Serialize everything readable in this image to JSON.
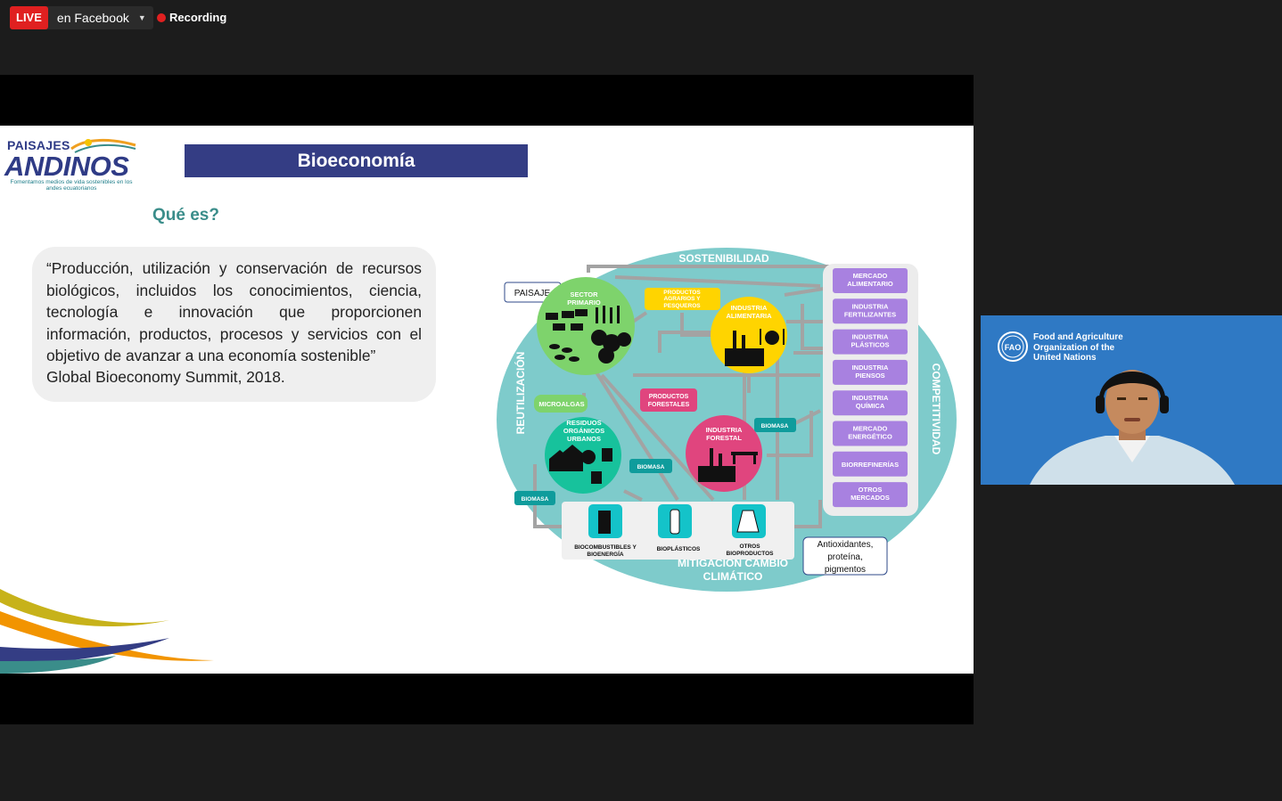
{
  "top_bar": {
    "live_badge": "LIVE",
    "live_target": "en Facebook",
    "recording_label": "Recording"
  },
  "slide": {
    "logo": {
      "top": "PAISAJES",
      "main": "ANDINOS",
      "tagline": "Fomentamos medios de vida sostenibles en los andes ecuatorianos"
    },
    "title": "Bioeconomía",
    "subtitle": "Qué es?",
    "quote": "“Producción, utilización y conservación de recursos biológicos, incluidos los conocimientos, ciencia, tecnología e innovación que proporcionen información, productos, procesos y servicios con el objetivo de avanzar a una economía sostenible”",
    "quote_source": "Global Bioeconomy Summit, 2018.",
    "diagram": {
      "label_top": "SOSTENIBILIDAD",
      "label_left": "REUTILIZACIÓN",
      "label_right": "COMPETITIVIDAD",
      "label_bottom_1": "MITIGACIÓN CAMBIO",
      "label_bottom_2": "CLIMÁTICO",
      "paisaje": "PAISAJE",
      "sector_primario_1": "SECTOR",
      "sector_primario_2": "PRIMARIO",
      "productos_agrarios_1": "PRODUCTOS",
      "productos_agrarios_2": "AGRARIOS Y",
      "productos_agrarios_3": "PESQUEROS",
      "industria_alimentaria_1": "INDUSTRIA",
      "industria_alimentaria_2": "ALIMENTARIA",
      "microalgas": "MICROALGAS",
      "productos_forestales_1": "PRODUCTOS",
      "productos_forestales_2": "FORESTALES",
      "residuos_1": "RESIDUOS",
      "residuos_2": "ORGÁNICOS",
      "residuos_3": "URBANOS",
      "industria_forestal_1": "INDUSTRIA",
      "industria_forestal_2": "FORESTAL",
      "biomasa": "BIOMASA",
      "markets": [
        [
          "MERCADO",
          "ALIMENTARIO"
        ],
        [
          "INDUSTRIA",
          "FERTILIZANTES"
        ],
        [
          "INDUSTRIA",
          "PLÁSTICOS"
        ],
        [
          "INDUSTRIA",
          "PIENSOS"
        ],
        [
          "INDUSTRIA",
          "QUÍMICA"
        ],
        [
          "MERCADO",
          "ENERGÉTICO"
        ],
        [
          "BIORREFINERÍAS",
          ""
        ],
        [
          "OTROS",
          "MERCADOS"
        ]
      ],
      "biocombustibles_1": "BIOCOMBUSTIBLES Y",
      "biocombustibles_2": "BIOENERGÍA",
      "bioplasticos": "BIOPLÁSTICOS",
      "otros_bioproductos_1": "OTROS",
      "otros_bioproductos_2": "BIOPRODUCTOS",
      "antioxidantes_1": "Antioxidantes,",
      "antioxidantes_2": "proteína,",
      "antioxidantes_3": "pigmentos"
    }
  },
  "video": {
    "org_name": "Food and Agriculture\nOrganization of the\nUnited Nations",
    "org_logo_text": "FAO"
  },
  "colors": {
    "live_red": "#e02020",
    "title_bar": "#343d84",
    "subtitle_teal": "#3a8d8a",
    "diagram_teal": "#7ecbcb",
    "market_purple": "#a881e0",
    "green": "#7ed36c",
    "yellow": "#ffd400",
    "pink": "#e0457e",
    "teal_box": "#0f9c9c",
    "fao_blue": "#2f79c4"
  }
}
